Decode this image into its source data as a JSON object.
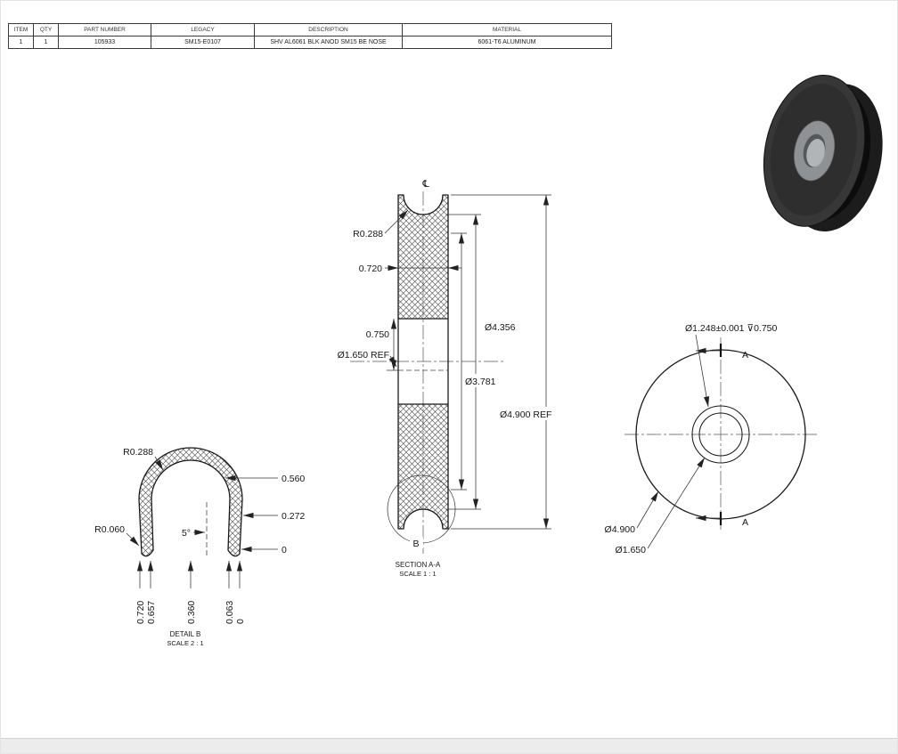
{
  "bom": {
    "headers": [
      "ITEM",
      "QTY",
      "PART NUMBER",
      "LEGACY",
      "DESCRIPTION",
      "MATERIAL"
    ],
    "row": [
      "1",
      "1",
      "105933",
      "SM15-E0107",
      "SHV AL6061 BLK ANOD SM15 BE NOSE",
      "6061-T6 ALUMINUM"
    ]
  },
  "section_view": {
    "centerline_symbol": "℄",
    "radius_groove": "R0.288",
    "width": "0.720",
    "counterbore_depth": "0.750",
    "counterbore_dia": "Ø1.650 REF",
    "mid_dia": "Ø3.781",
    "groove_root_dia": "Ø4.356",
    "outer_dia": "Ø4.900 REF",
    "detail_label": "B",
    "title": "SECTION A-A",
    "scale": "SCALE 1 : 1"
  },
  "front_view": {
    "bore_note": "Ø1.248±0.001  ⊽0.750",
    "section_label_top": "A",
    "section_label_bottom": "A",
    "outer_dia": "Ø4.900",
    "counterbore_dia": "Ø1.650"
  },
  "detail_view": {
    "radius_groove": "R0.288",
    "radius_tip": "R0.060",
    "draft_angle": "5°",
    "ord_right": [
      "0.560",
      "0.272",
      "0"
    ],
    "ord_bottom": [
      "0.720",
      "0.657",
      "0.360",
      "0.063",
      "0"
    ],
    "title": "DETAIL B",
    "scale": "SCALE 2 : 1"
  },
  "colors": {
    "line": "#1a1a1a",
    "pulley_dark": "#373737",
    "pulley_hub": "#8f9295",
    "bottom_bar": "#ececec"
  }
}
